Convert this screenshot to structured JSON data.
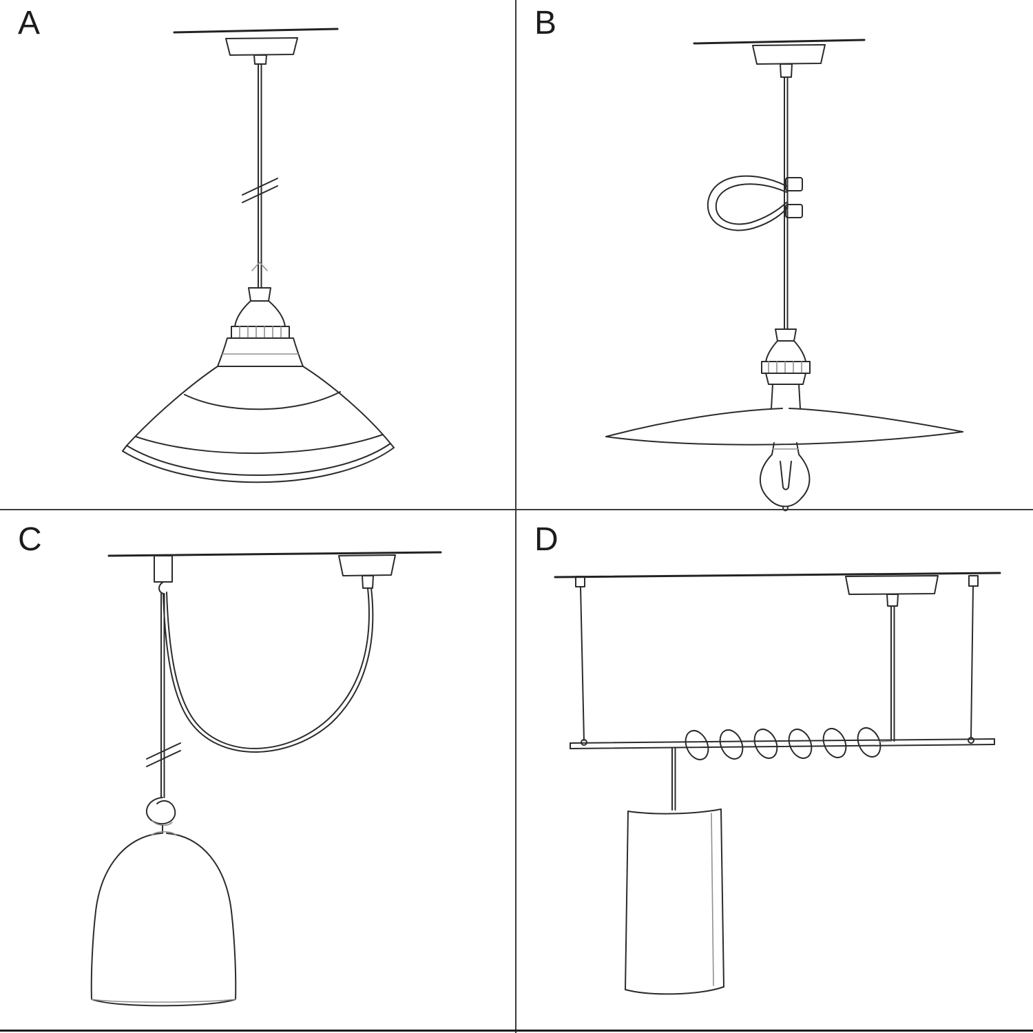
{
  "page": {
    "background": "#ffffff",
    "line_color": "#2b2b2b",
    "divider_color": "#3a3a3a"
  },
  "panels": [
    {
      "label": "A",
      "sketch": "pendant-straight-cable-industrial-shade-sketch"
    },
    {
      "label": "B",
      "sketch": "pendant-cable-clip-flat-plate-shade-bulb-sketch"
    },
    {
      "label": "C",
      "sketch": "swag-pendant-hook-knot-bell-shade-sketch"
    },
    {
      "label": "D",
      "sketch": "suspended-bar-coiled-cable-tube-shade-sketch"
    }
  ]
}
